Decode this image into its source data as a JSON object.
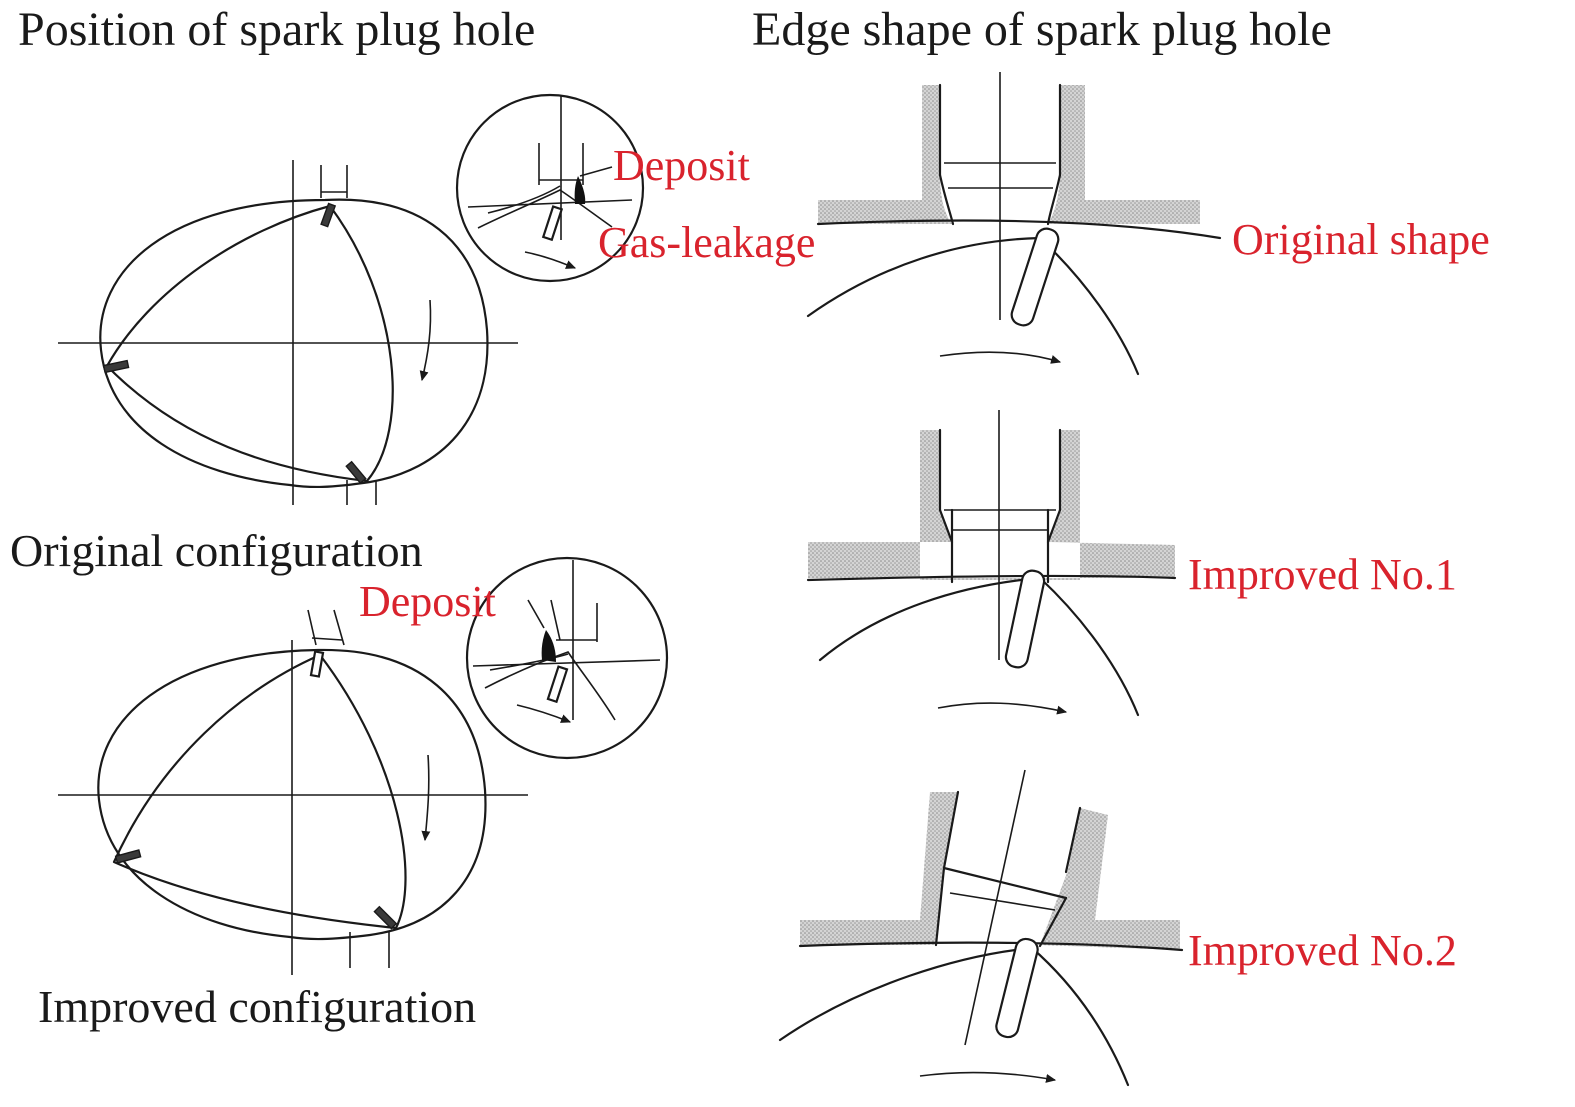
{
  "headings": {
    "left": "Position of spark plug hole",
    "right": "Edge shape of spark plug hole"
  },
  "configurations": {
    "original": "Original configuration",
    "improved": "Improved configuration"
  },
  "callouts": {
    "original_deposit": "Deposit",
    "original_gas_leakage": "Gas-leakage",
    "improved_deposit": "Deposit"
  },
  "edge_shapes": {
    "original": "Original shape",
    "improved_1": "Improved No.1",
    "improved_2": "Improved No.2"
  },
  "colors": {
    "annotation_red": "#d9232d",
    "line_black": "#1a1a1a",
    "housing_hatch": "#bdbdbd"
  }
}
